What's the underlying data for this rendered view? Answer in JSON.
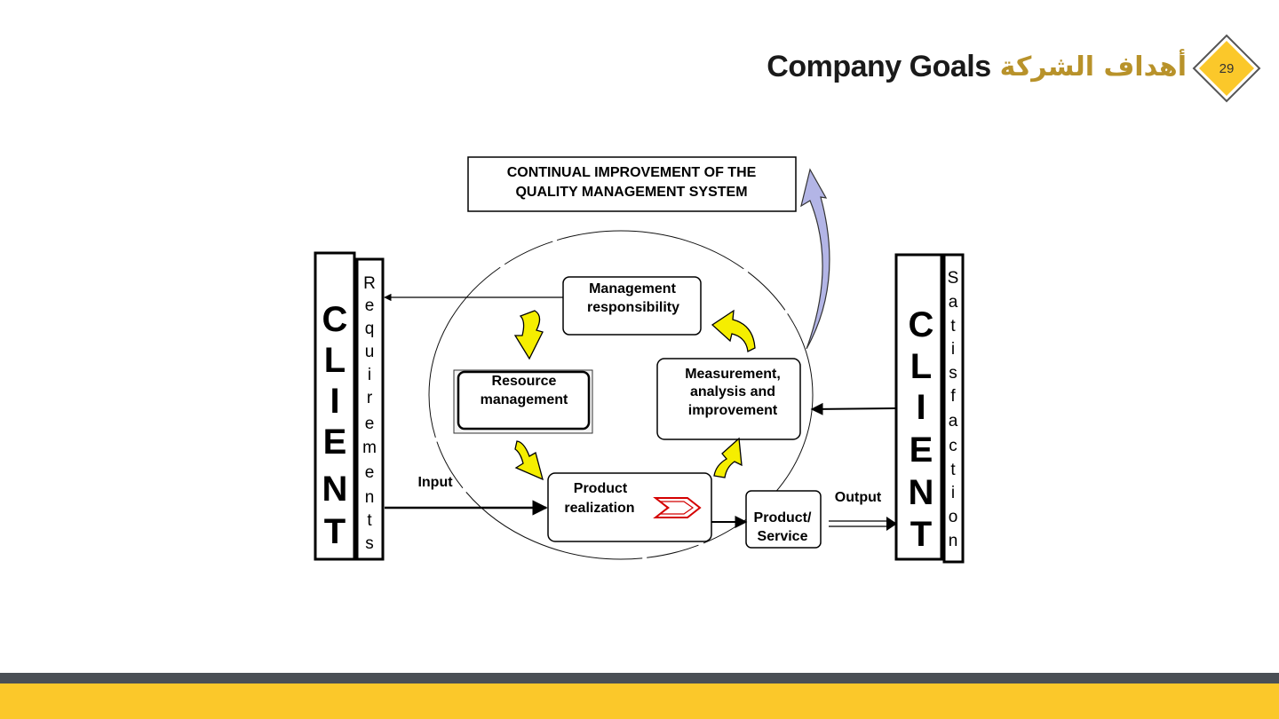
{
  "header": {
    "title_en": "Company Goals",
    "title_ar": "أهداف الشركة",
    "page_number": "29"
  },
  "diagram": {
    "banner_line1": "CONTINUAL IMPROVEMENT OF THE",
    "banner_line2": "QUALITY MANAGEMENT SYSTEM",
    "management_line1": "Management",
    "management_line2": "responsibility",
    "resource_line1": "Resource",
    "resource_line2": "management",
    "measurement_line1": "Measurement,",
    "measurement_line2": "analysis and",
    "measurement_line3": "improvement",
    "product_realization_line1": "Product",
    "product_realization_line2": "realization",
    "product_service_line1": "Product/",
    "product_service_line2": "Service",
    "input_label": "Input",
    "output_label": "Output",
    "client_left_letters": [
      "C",
      "L",
      "I",
      "E",
      "N",
      "T"
    ],
    "requirements_letters": [
      "R",
      "e",
      "q",
      "u",
      "i",
      "r",
      "e",
      "m",
      "e",
      "n",
      "t",
      "s"
    ],
    "client_right_letters": [
      "C",
      "L",
      "I",
      "E",
      "N",
      "T"
    ],
    "satisfaction_letters": [
      "S",
      "a",
      "t",
      "i",
      "s",
      "f",
      "a",
      "c",
      "t",
      "i",
      "o",
      "n"
    ]
  },
  "colors": {
    "accent_yellow": "#fbc82a",
    "title_gold": "#b8922a",
    "arrow_yellow": "#f5ee00",
    "improvement_arrow": "#b3b5e6",
    "footer_dark": "#4a4f55"
  }
}
